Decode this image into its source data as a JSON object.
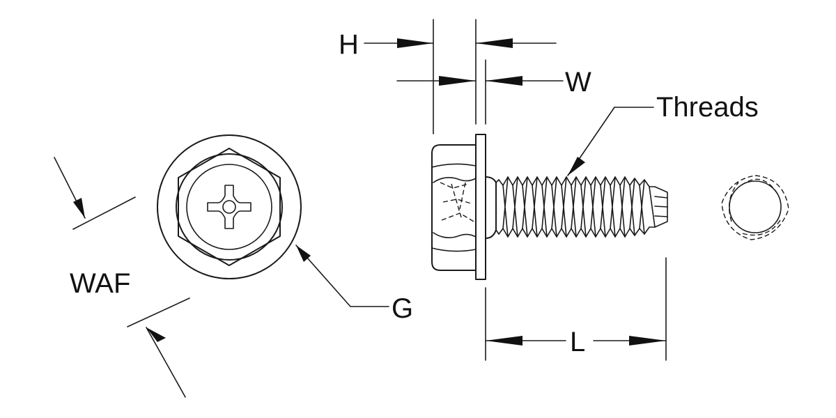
{
  "diagram": {
    "labels": {
      "h": "H",
      "w": "W",
      "threads": "Threads",
      "waf": "WAF",
      "g": "G",
      "l": "L"
    },
    "colors": {
      "line": "#1a1a1a",
      "background": "#ffffff"
    }
  }
}
